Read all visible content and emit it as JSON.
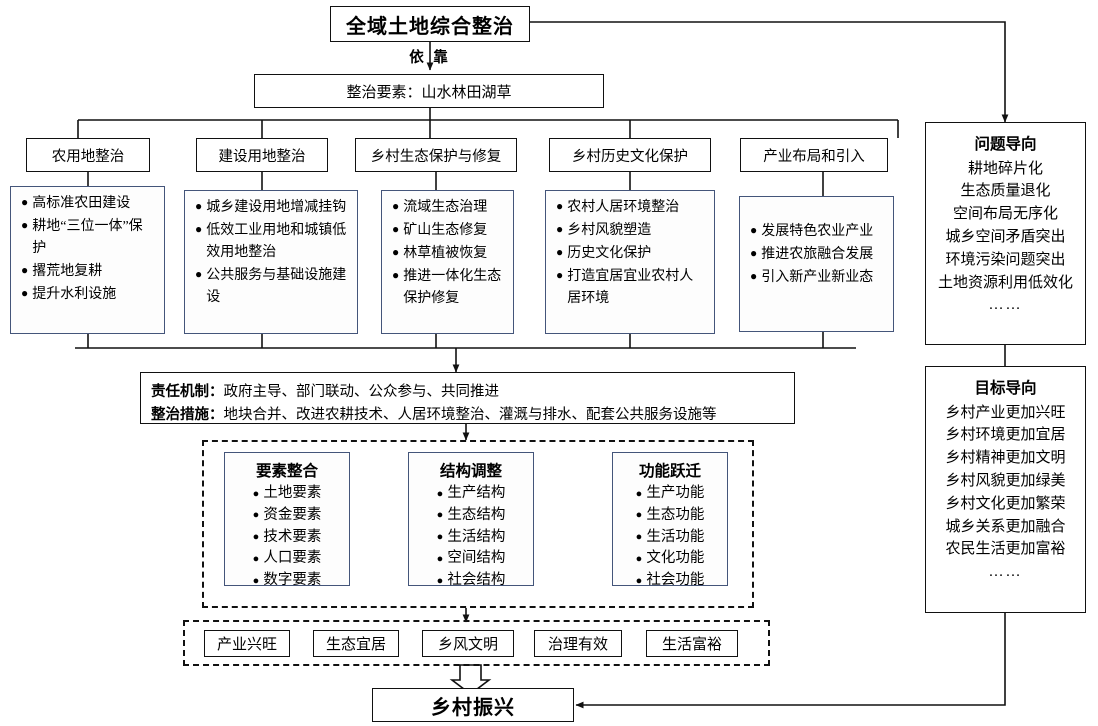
{
  "diagram": {
    "title_box": {
      "label": "全域土地综合整治"
    },
    "rely_label": "依  靠",
    "elements_box": {
      "label": "整治要素：山水林田湖草"
    },
    "categories": [
      {
        "header": "农用地整治",
        "items": [
          "高标准农田建设",
          "耕地“三位一体”保护",
          "撂荒地复耕",
          "提升水利设施"
        ]
      },
      {
        "header": "建设用地整治",
        "items": [
          "城乡建设用地增减挂钩",
          "低效工业用地和城镇低效用地整治",
          "公共服务与基础设施建设"
        ]
      },
      {
        "header": "乡村生态保护与修复",
        "items": [
          "流域生态治理",
          "矿山生态修复",
          "林草植被恢复",
          "推进一体化生态保护修复"
        ]
      },
      {
        "header": "乡村历史文化保护",
        "items": [
          "农村人居环境整治",
          "乡村风貌塑造",
          "历史文化保护",
          "打造宜居宜业农村人居环境"
        ]
      },
      {
        "header": "产业布局和引入",
        "items": [
          "发展特色农业产业",
          "推进农旅融合发展",
          "引入新产业新业态"
        ]
      }
    ],
    "side_panels": [
      {
        "header": "问题导向",
        "lines": [
          "耕地碎片化",
          "生态质量退化",
          "空间布局无序化",
          "城乡空间矛盾突出",
          "环境污染问题突出",
          "土地资源利用低效化"
        ],
        "ellipsis": "……"
      },
      {
        "header": "目标导向",
        "lines": [
          "乡村产业更加兴旺",
          "乡村环境更加宜居",
          "乡村精神更加文明",
          "乡村风貌更加绿美",
          "乡村文化更加繁荣",
          "城乡关系更加融合",
          "农民生活更加富裕"
        ],
        "ellipsis": "……"
      }
    ],
    "mechanism": {
      "row1_label": "责任机制：",
      "row1_text": "政府主导、部门联动、公众参与、共同推进",
      "row2_label": "整治措施：",
      "row2_text": "地块合并、改进农耕技术、人居环境整治、灌溉与排水、配套公共服务设施等"
    },
    "trio": [
      {
        "header": "要素整合",
        "items": [
          "土地要素",
          "资金要素",
          "技术要素",
          "人口要素",
          "数字要素"
        ]
      },
      {
        "header": "结构调整",
        "items": [
          "生产结构",
          "生态结构",
          "生活结构",
          "空间结构",
          "社会结构"
        ]
      },
      {
        "header": "功能跃迁",
        "items": [
          "生产功能",
          "生态功能",
          "生活功能",
          "文化功能",
          "社会功能"
        ]
      }
    ],
    "outcomes": [
      "产业兴旺",
      "生态宜居",
      "乡风文明",
      "治理有效",
      "生活富裕"
    ],
    "final_box": {
      "label": "乡村振兴"
    },
    "colors": {
      "line": "#111111",
      "panel_border": "#44557a",
      "background": "#ffffff"
    }
  }
}
